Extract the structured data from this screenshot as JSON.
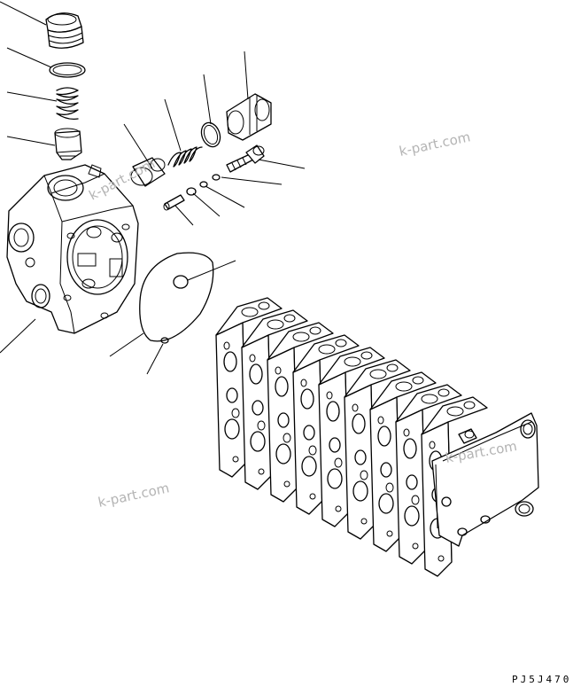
{
  "diagram_code": "PJ5J470",
  "watermarks": [
    "k-part.com",
    "k-part.com",
    "k-part.com",
    "k-part.com"
  ]
}
